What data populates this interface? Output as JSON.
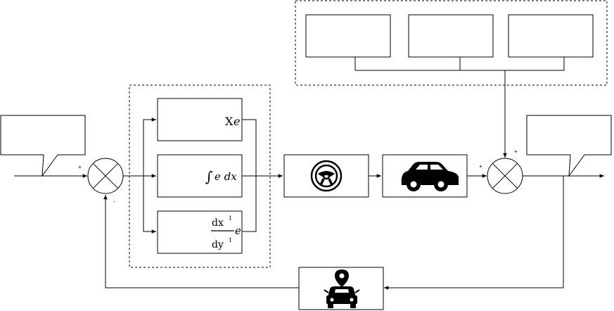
{
  "controller": {
    "proportional": {
      "prefix": "X",
      "var": "e"
    },
    "integral": {
      "integral_sign": "∫",
      "body": "e dx"
    },
    "derivative": {
      "num": "dx",
      "num_exp": "1",
      "den": "dy",
      "den_exp": "1",
      "var": "e"
    }
  },
  "summing_junction_1": {
    "plus": "+",
    "minus": "-"
  },
  "summing_junction_2": {
    "plus_left": "+",
    "plus_top": "+"
  },
  "icons": {
    "steering": "steering-wheel-icon",
    "car": "car-icon",
    "sensor": "car-location-pin-icon"
  },
  "colors": {
    "stroke": "#000000",
    "background": "#ffffff"
  }
}
